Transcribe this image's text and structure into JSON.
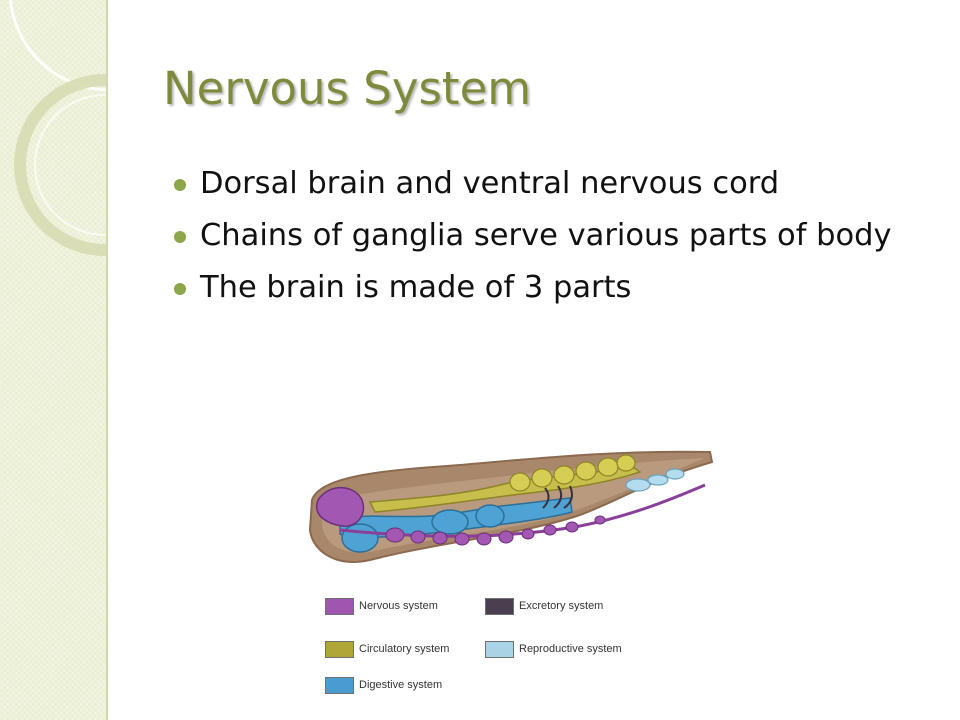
{
  "slide": {
    "title": "Nervous System",
    "bullets": [
      "Dorsal brain and ventral nervous cord",
      "Chains of ganglia serve various parts of body",
      "The brain is made of 3 parts"
    ]
  },
  "theme": {
    "title_color": "#7f8a3c",
    "bullet_color": "#8ea64a",
    "side_panel_color": "#eaeed2"
  },
  "figure": {
    "subject": "earthworm organ systems illustration",
    "legend": [
      {
        "label": "Nervous system",
        "color": "#a055b0"
      },
      {
        "label": "Excretory system",
        "color": "#4a3f4e"
      },
      {
        "label": "Circulatory system",
        "color": "#b0a637"
      },
      {
        "label": "Reproductive system",
        "color": "#a8d4e6"
      },
      {
        "label": "Digestive system",
        "color": "#4a9cd0"
      }
    ]
  }
}
